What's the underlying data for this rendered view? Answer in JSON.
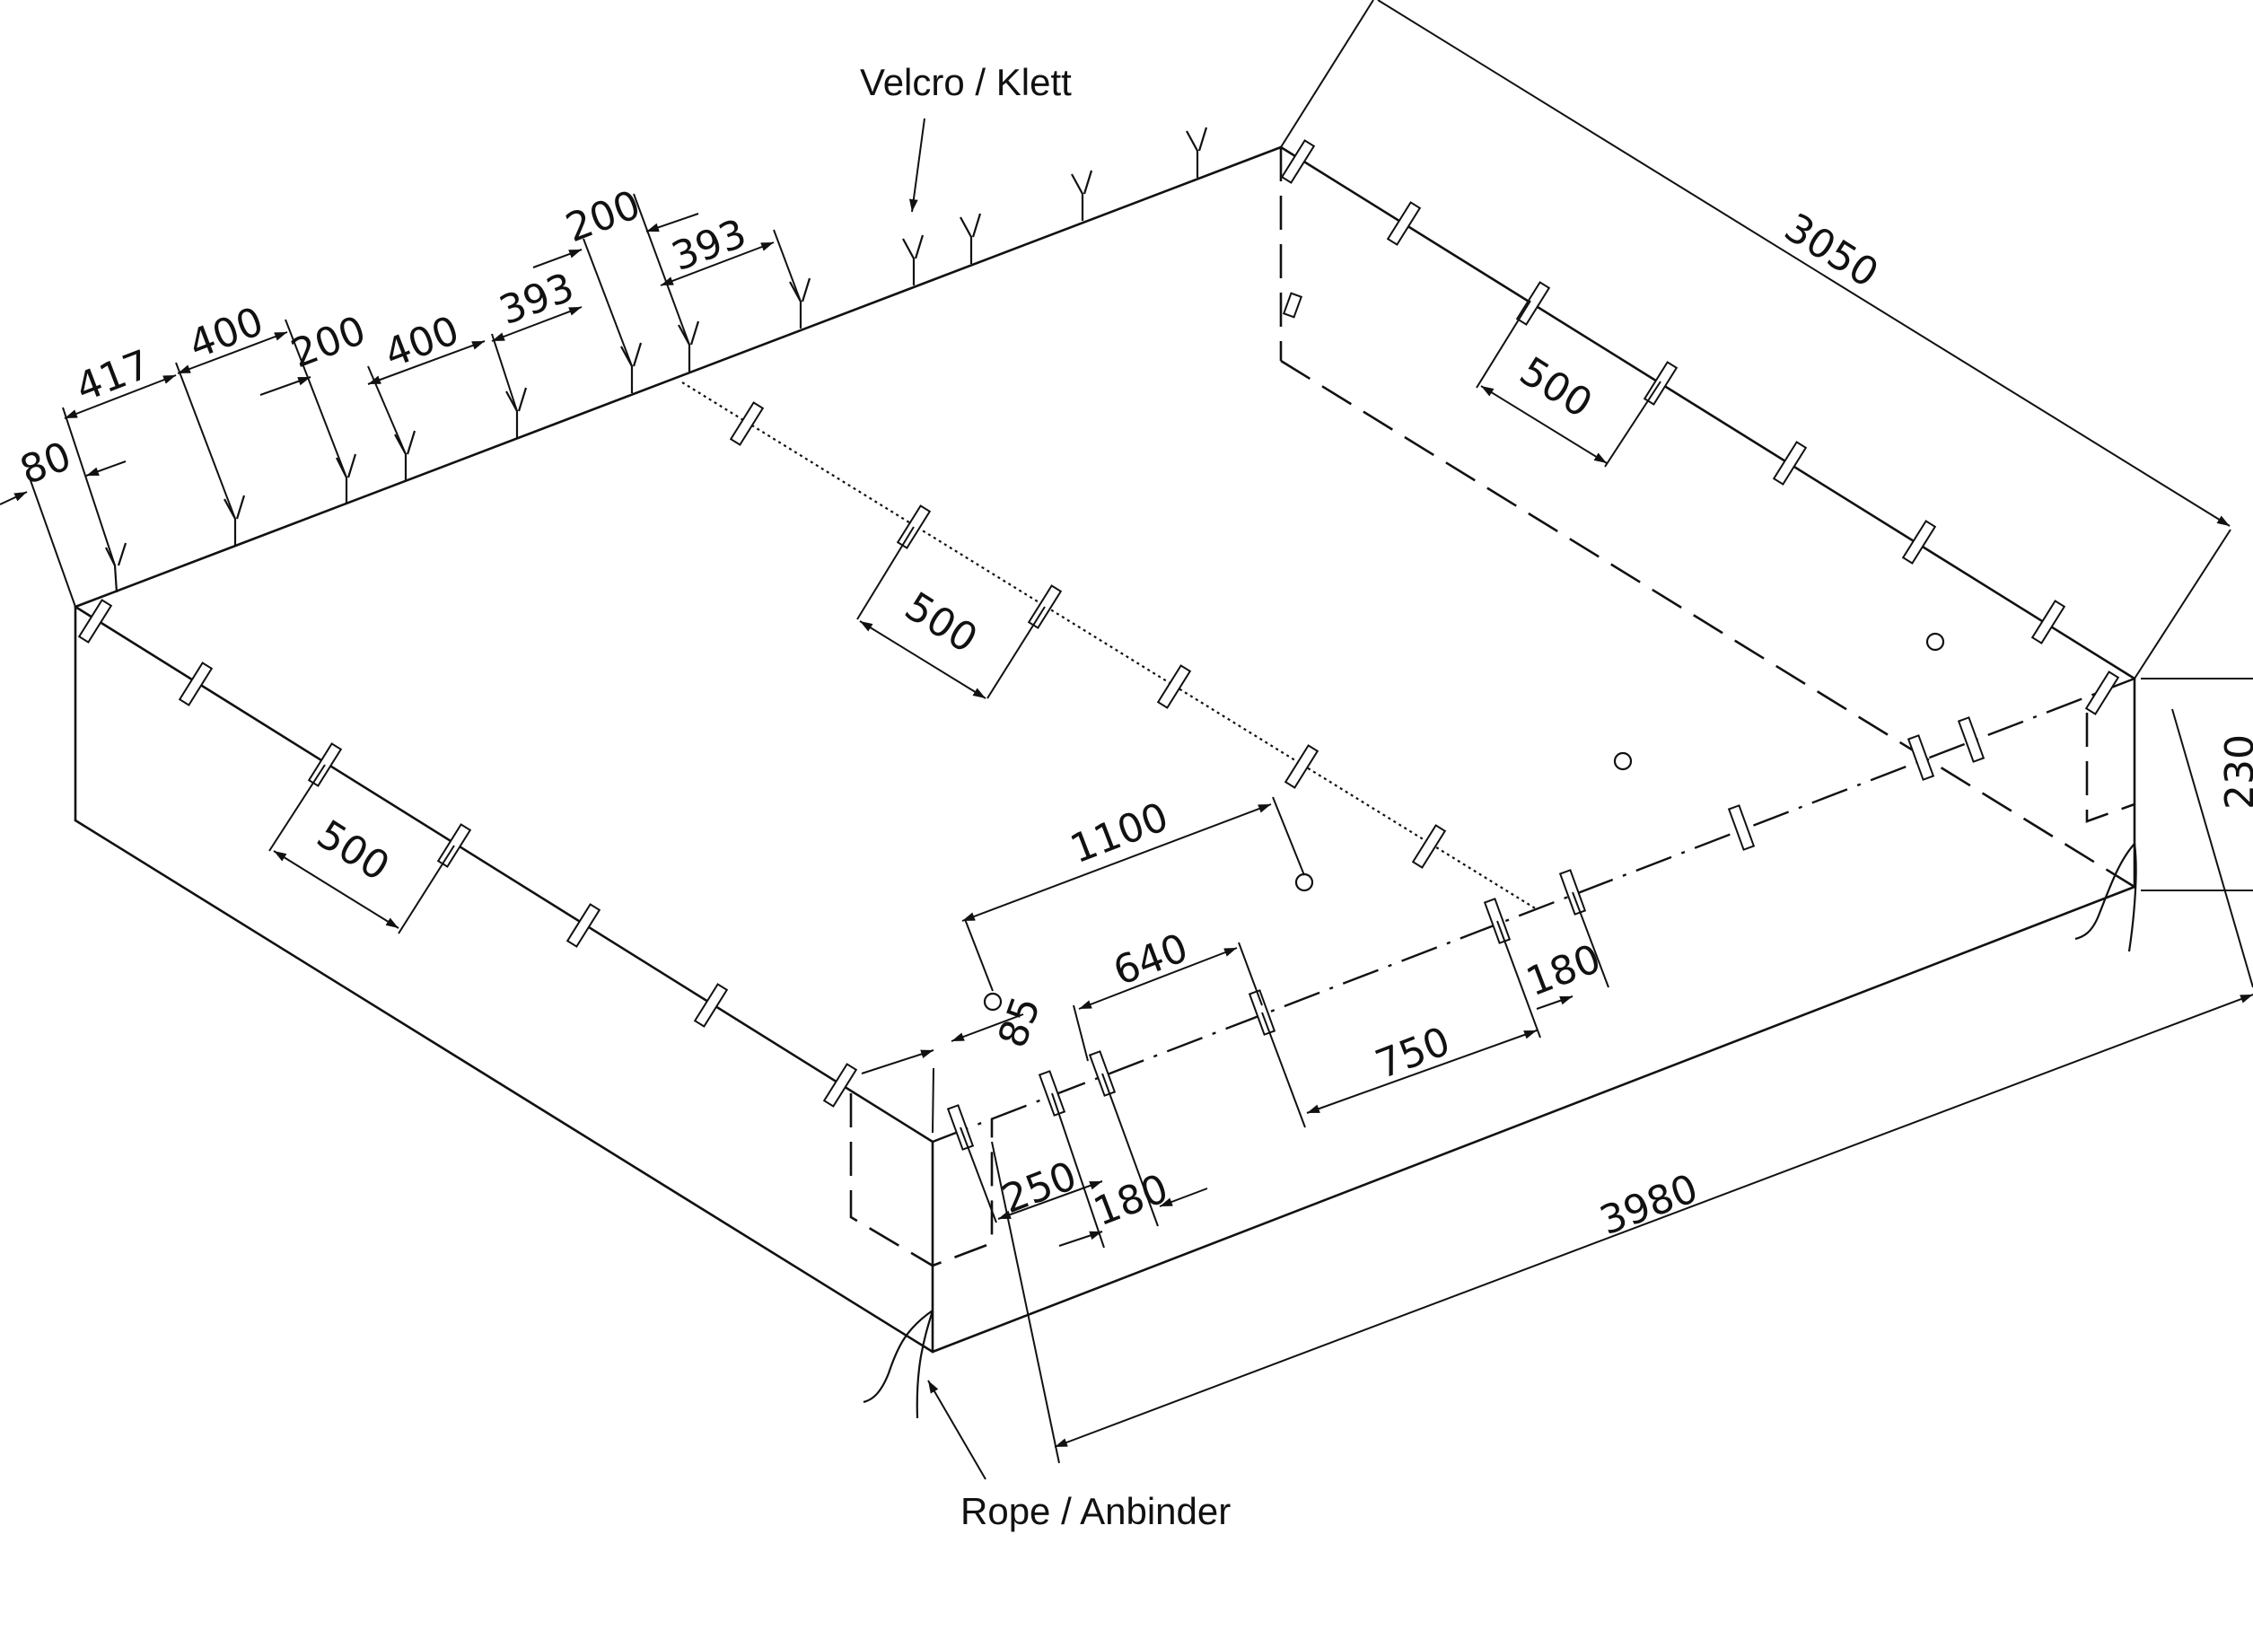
{
  "labels": {
    "velcro": "Velcro / Klett",
    "rope": "Rope / Anbinder"
  },
  "dimensions": {
    "length_total": "3980",
    "width_total": "3050",
    "height": "230",
    "clip_spacing_front": "500",
    "clip_spacing_middle": "500",
    "clip_spacing_back": "500",
    "front_to_midline": "1100",
    "velcro_first": "80",
    "velcro_417": "417",
    "velcro_400a": "400",
    "velcro_200a": "200",
    "velcro_400b": "400",
    "velcro_393a": "393",
    "velcro_200b": "200",
    "velcro_393b": "393",
    "edge_85": "85",
    "edge_250": "250",
    "edge_180a": "180",
    "edge_640": "640",
    "edge_750": "750",
    "edge_180b": "180"
  }
}
